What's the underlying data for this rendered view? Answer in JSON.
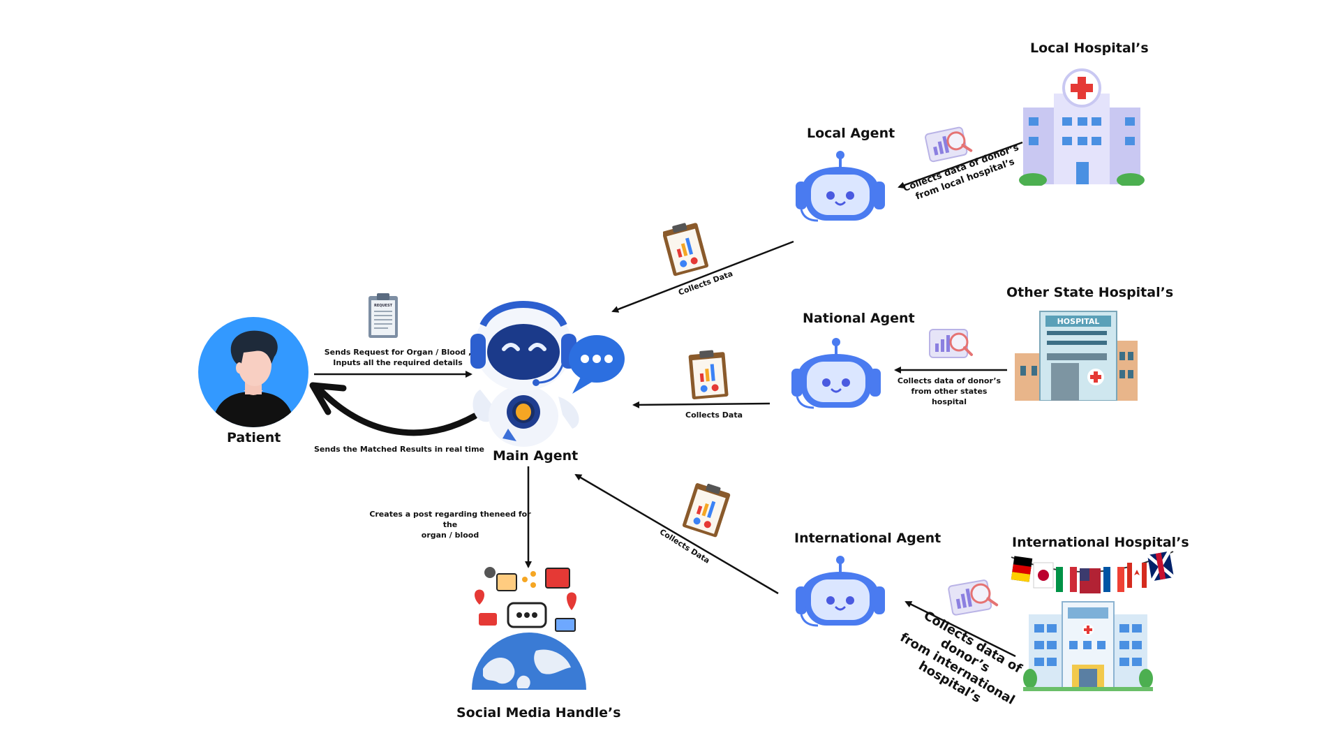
{
  "nodes": {
    "patient": "Patient",
    "main_agent": "Main Agent",
    "social_media": "Social Media Handle’s",
    "local_agent": "Local Agent",
    "national_agent": "National Agent",
    "international_agent": "International Agent",
    "local_hospitals": "Local Hospital’s",
    "other_state_hospitals": "Other State Hospital’s",
    "international_hospitals": "International Hospital’s"
  },
  "edges": {
    "request_line1": "Sends Request for Organ / Blood ,",
    "request_line2": "Inputs all the required details",
    "results": "Sends the Matched Results in real time",
    "post_line1": "Creates a post regarding theneed for the",
    "post_line2": "organ / blood",
    "collects_local": "Collects Data",
    "collects_national": "Collects Data",
    "collects_international": "Collects Data",
    "local_donor_line1": "Collects data of donor’s",
    "local_donor_line2": "from local hospital’s",
    "state_donor_line1": "Collects data of donor’s",
    "state_donor_line2": "from other states",
    "state_donor_line3": "hospital",
    "intl_donor_line1": "Collects data of donor’s",
    "intl_donor_line2": "from international",
    "intl_donor_line3": "hospital’s"
  },
  "signage": {
    "hospital_sign": "HOSPITAL",
    "clipboard_tag": "REQUEST"
  },
  "colors": {
    "agent_blue": "#3b82f6",
    "agent_light": "#dbe6ff",
    "patient_bg": "#3399ff",
    "hospital_lavender": "#c9c8f2",
    "cross_red": "#e53935"
  }
}
